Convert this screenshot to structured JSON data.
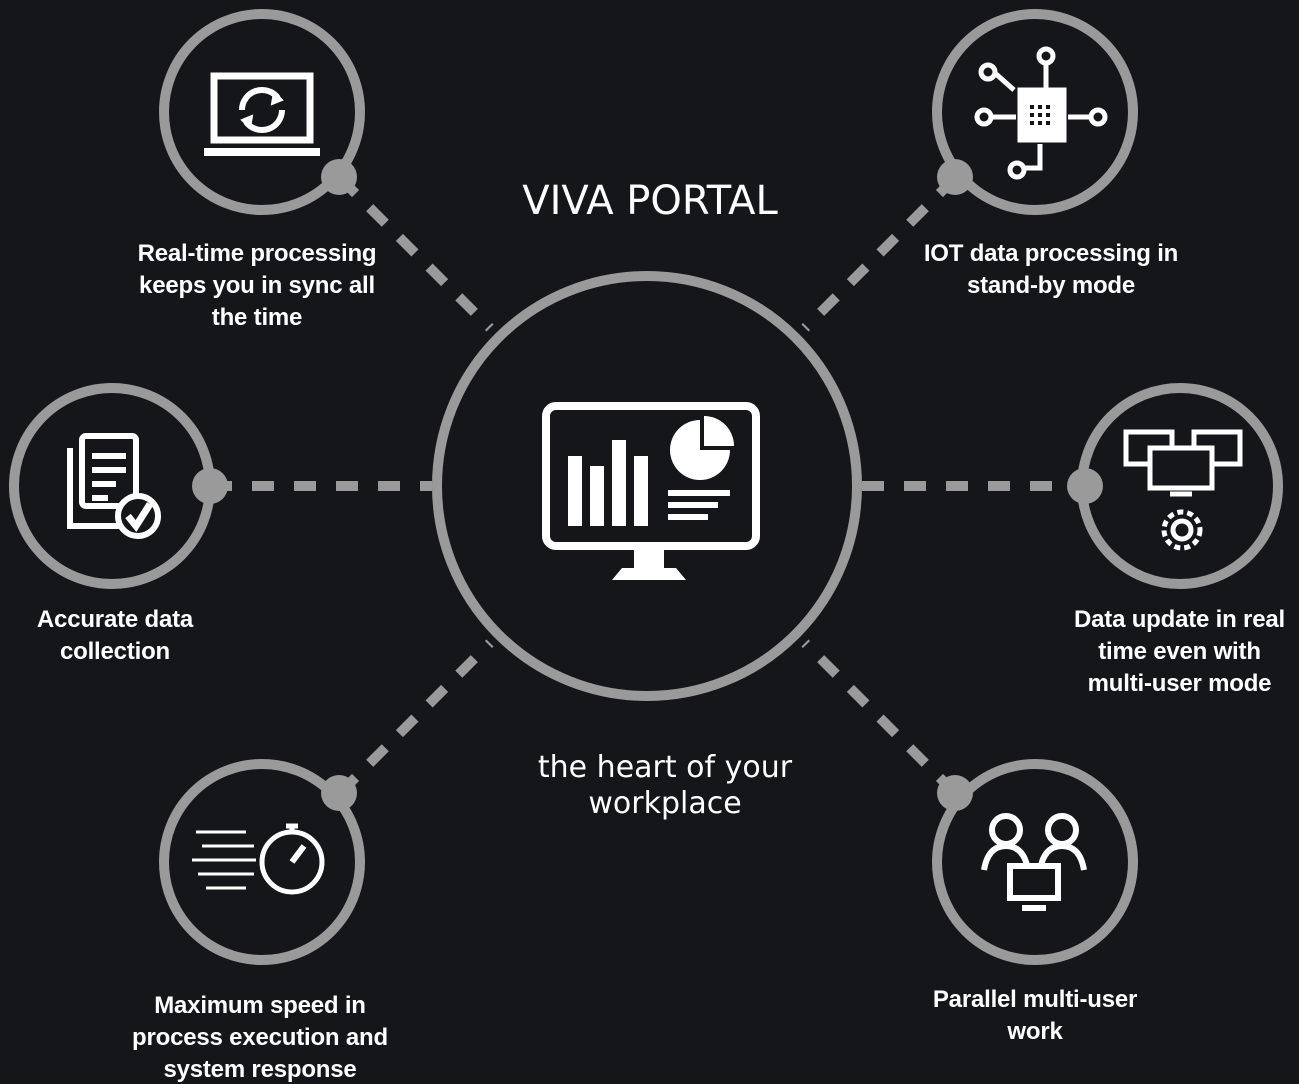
{
  "colors": {
    "background": "#141619",
    "ring": "#9a9a9a",
    "connector": "#9a9a9a",
    "icon": "#ffffff",
    "text": "#ffffff"
  },
  "hub": {
    "title": "VIVA PORTAL",
    "subtitle_line1": "the heart of your",
    "subtitle_line2": "workplace",
    "icon": "monitor-dashboard-icon"
  },
  "features": [
    {
      "id": "realtime",
      "icon": "laptop-sync-icon",
      "lines": [
        "Real-time processing",
        "keeps you in sync all",
        "the time"
      ]
    },
    {
      "id": "iot",
      "icon": "iot-chip-network-icon",
      "lines": [
        "IOT data processing in",
        "stand-by mode"
      ]
    },
    {
      "id": "accurate",
      "icon": "document-check-icon",
      "lines": [
        "Accurate data",
        "collection"
      ]
    },
    {
      "id": "update",
      "icon": "multi-monitor-gear-icon",
      "lines": [
        "Data update in real",
        "time even with",
        "multi-user mode"
      ]
    },
    {
      "id": "speed",
      "icon": "stopwatch-speed-icon",
      "lines": [
        "Maximum speed in",
        "process execution and",
        "system response"
      ]
    },
    {
      "id": "parallel",
      "icon": "users-computer-icon",
      "lines": [
        "Parallel multi-user",
        "work"
      ]
    }
  ]
}
